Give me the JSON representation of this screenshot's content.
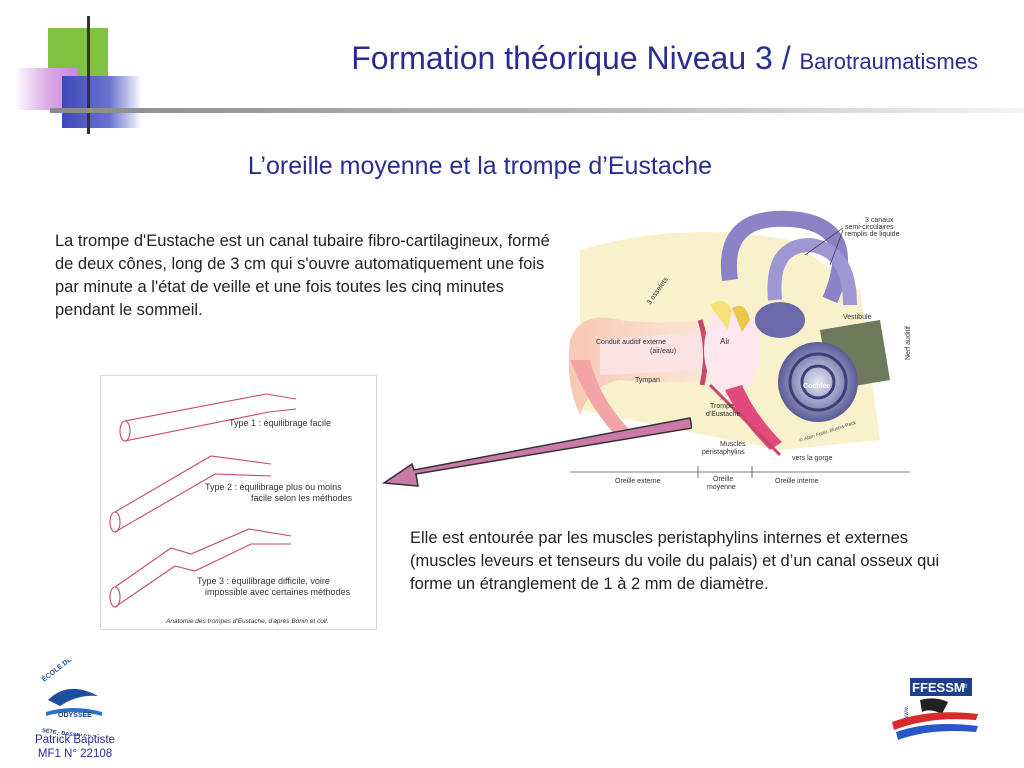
{
  "header": {
    "title_main": "Formation théorique Niveau 3 / ",
    "title_sub": "Barotraumatismes"
  },
  "slide": {
    "subtitle": "L’oreille moyenne et la trompe d’Eustache",
    "paragraph1": "La trompe d'Eustache est un canal tubaire fibro-cartilagineux, formé de deux cônes, long de 3 cm qui s'ouvre automatiquement une fois par minute a l'état de veille et une fois toutes les cinq minutes pendant le sommeil.",
    "paragraph2": "Elle est entourée par les muscles peristaphylins internes et externes (muscles leveurs et tenseurs du voile du palais) et d’un canal osseux qui forme un étranglement de 1 à 2 mm de diamètre."
  },
  "ear_diagram": {
    "canaux_1": "3 canaux",
    "canaux_2": "semi-circulaires",
    "canaux_3": "remplis de liquide",
    "osselets": "3 osselets",
    "vestibule": "Vestibule",
    "nerf": "Nerf auditif",
    "conduit_1": "Conduit auditif externe",
    "conduit_2": "(air/eau)",
    "air": "Air",
    "cochlee": "Cochlée",
    "tympan": "Tympan",
    "trompe_1": "Trompe",
    "trompe_2": "d'Eustache",
    "muscles_1": "Muscles",
    "muscles_2": "péristaphylins",
    "credit": "© Alain Foret, Illustra-Pack",
    "gorge": "vers la gorge",
    "oreille_externe": "Oreille externe",
    "oreille_moyenne_1": "Oreille",
    "oreille_moyenne_2": "moyenne",
    "oreille_interne": "Oreille interne"
  },
  "tubes_diagram": {
    "type1": "Type 1 : équilibrage facile",
    "type2_1": "Type 2 : équilibrage plus ou moins",
    "type2_2": "facile selon les méthodes",
    "type3_1": "Type 3 : équilibrage difficile, voire",
    "type3_2": "impossible avec certaines méthodes",
    "caption": "Anatomie des trompes d'Eustache, d'après Bonin et coll."
  },
  "logos": {
    "school_top": "ÉCOLE DE PLONGÉE",
    "school_name": "ODYSSÉE",
    "school_bottom": "SÈTE - BASSIN DE THAU",
    "ffessm": "FFESSM",
    "ffessm_tld": ".fr",
    "ffessm_www": "www."
  },
  "footer": {
    "author_name": "Patrick Baptiste",
    "author_id": "MF1 N° 22108"
  },
  "colors": {
    "title": "#2a2d8f",
    "green": "#7fc241",
    "blue": "#3d47b8",
    "purple": "#c687d8",
    "tube": "#c8466e",
    "arrow": "#c97aa6"
  }
}
